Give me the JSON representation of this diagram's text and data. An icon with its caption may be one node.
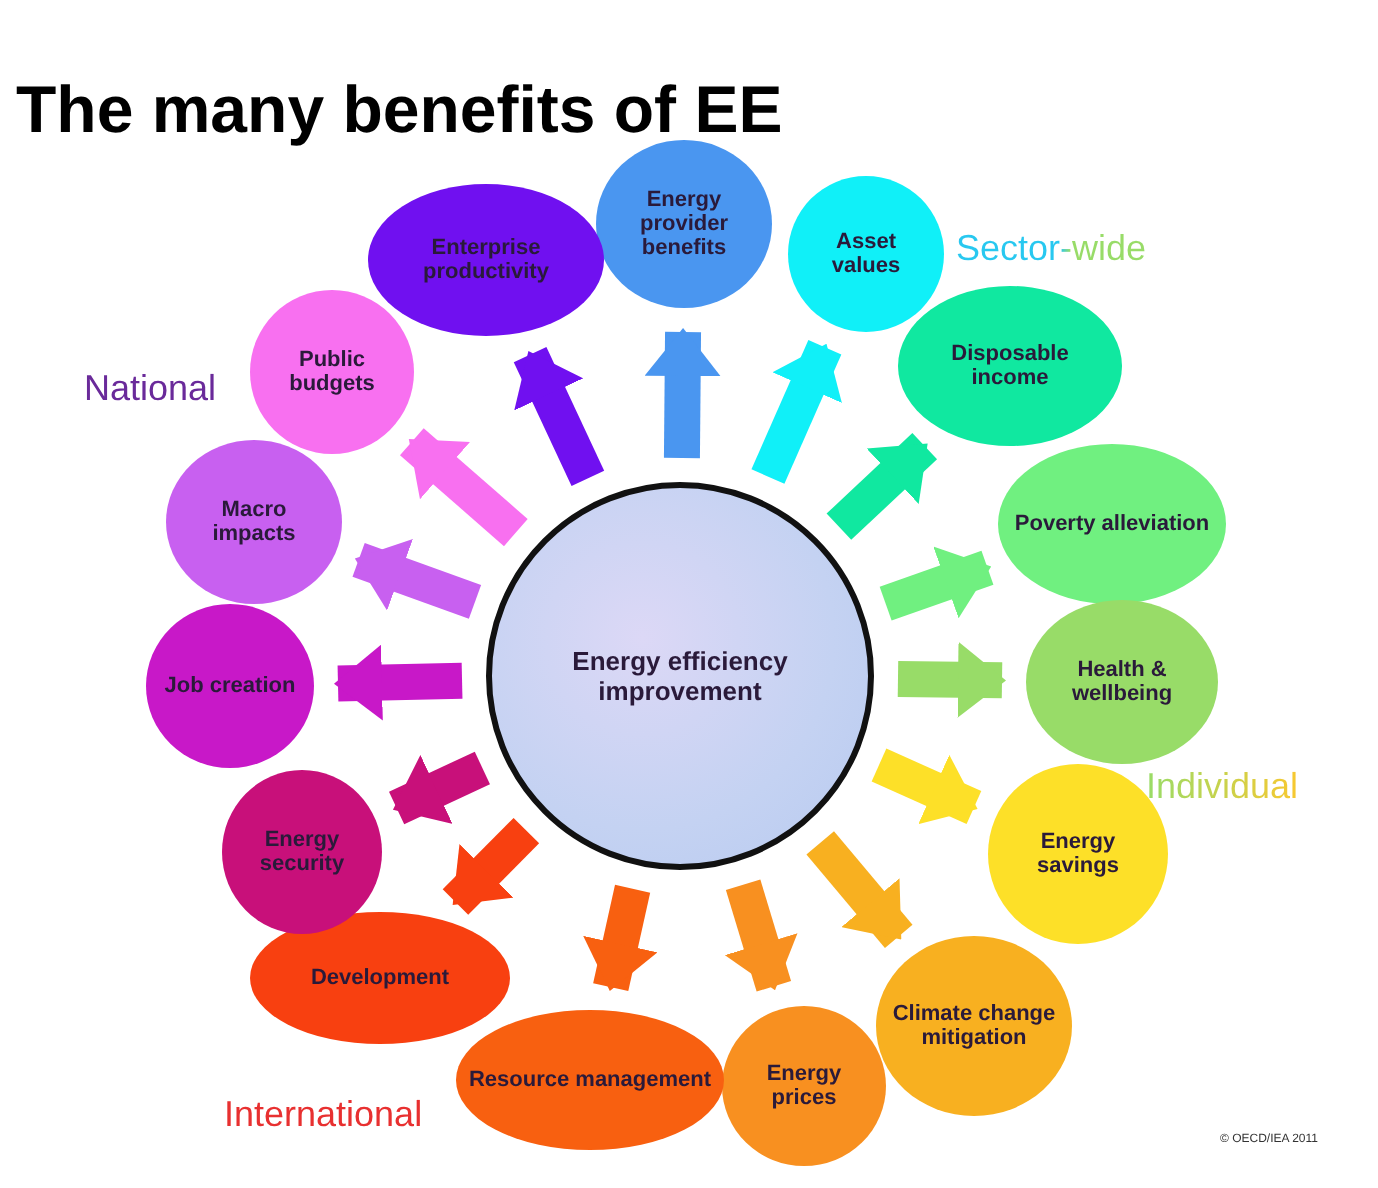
{
  "diagram": {
    "title": "The many benefits of EE",
    "nodes": [
      {
        "text": [
          "Energy efficiency improvement"
        ]
      },
      {
        "text": [
          "Energy provider benefits"
        ]
      },
      {
        "text": [
          "Asset values"
        ]
      },
      {
        "text": [
          "Disposable income"
        ]
      },
      {
        "text": [
          "Poverty alleviation"
        ]
      },
      {
        "text": [
          "Health & wellbeing"
        ]
      },
      {
        "text": [
          "Energy savings"
        ]
      },
      {
        "text": [
          "Climate change mitigation"
        ]
      },
      {
        "text": [
          "Energy prices"
        ]
      },
      {
        "text": [
          "Resource management"
        ]
      },
      {
        "text": [
          "Development"
        ]
      },
      {
        "text": [
          "Energy security"
        ]
      },
      {
        "text": [
          "Job creation"
        ]
      },
      {
        "text": [
          "Macro impacts"
        ]
      },
      {
        "text": [
          "Public budgets"
        ]
      },
      {
        "text": [
          "Enterprise productivity"
        ]
      }
    ],
    "edges": [
      {
        "from": 0,
        "to": 1,
        "arrow": "to",
        "color": "#4a96f0"
      },
      {
        "from": 0,
        "to": 2,
        "arrow": "to",
        "color": "#10f0f8"
      },
      {
        "from": 0,
        "to": 3,
        "arrow": "to",
        "color": "#10e8a0"
      },
      {
        "from": 0,
        "to": 4,
        "arrow": "to",
        "color": "#70f080"
      },
      {
        "from": 0,
        "to": 5,
        "arrow": "to",
        "color": "#98dc68"
      },
      {
        "from": 0,
        "to": 6,
        "arrow": "to",
        "color": "#fde028"
      },
      {
        "from": 0,
        "to": 7,
        "arrow": "to",
        "color": "#f8b020"
      },
      {
        "from": 0,
        "to": 8,
        "arrow": "to",
        "color": "#f89020"
      },
      {
        "from": 0,
        "to": 9,
        "arrow": "to",
        "color": "#f86010"
      },
      {
        "from": 0,
        "to": 10,
        "arrow": "to",
        "color": "#f84010"
      },
      {
        "from": 0,
        "to": 11,
        "arrow": "to",
        "color": "#c8107a"
      },
      {
        "from": 0,
        "to": 12,
        "arrow": "to",
        "color": "#c818c8"
      },
      {
        "from": 0,
        "to": 13,
        "arrow": "to",
        "color": "#c860f0"
      },
      {
        "from": 0,
        "to": 14,
        "arrow": "to",
        "color": "#f870f0"
      },
      {
        "from": 0,
        "to": 15,
        "arrow": "to",
        "color": "#7010f0"
      }
    ],
    "labels": [
      "Sector-wide",
      "National",
      "Individual",
      "International",
      "© OECD/IEA 2011"
    ]
  }
}
